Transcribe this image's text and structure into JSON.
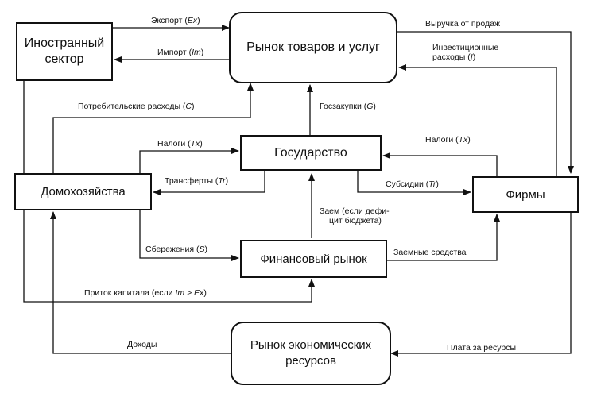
{
  "nodes": {
    "foreign": "Иностранный сектор",
    "goods_market": "Рынок товаров и услуг",
    "government": "Государство",
    "households": "Домохозяйства",
    "firms": "Фирмы",
    "financial_market": "Финансовый рынок",
    "resource_market": "Рынок экономических ресурсов"
  },
  "flows": {
    "export": {
      "text": "Экспорт (",
      "var": "Ex",
      "close": ")"
    },
    "import": {
      "text": "Импорт (",
      "var": "Im",
      "close": ")"
    },
    "sales_revenue": {
      "text": "Выручка от продаж"
    },
    "investment_line1": {
      "text": "Инвестиционные"
    },
    "investment_line2": {
      "text": "расходы (",
      "var": "I",
      "close": ")"
    },
    "consumption": {
      "text": "Потребительские расходы (",
      "var": "C",
      "close": ")"
    },
    "gov_purchases": {
      "text": "Госзакупки (",
      "var": "G",
      "close": ")"
    },
    "taxes_households": {
      "text": "Налоги (",
      "var": "Tx",
      "close": ")"
    },
    "taxes_firms": {
      "text": "Налоги (",
      "var": "Tx",
      "close": ")"
    },
    "transfers": {
      "text": "Трансферты (",
      "var": "Tr",
      "close": ")"
    },
    "subsidies": {
      "text": "Субсидии (",
      "var": "Tr",
      "close": ")"
    },
    "loan_line1": {
      "text": "Заем (если дефи-"
    },
    "loan_line2": {
      "text": "цит бюджета)"
    },
    "savings": {
      "text": "Сбережения (",
      "var": "S",
      "close": ")"
    },
    "borrowed_funds": {
      "text": "Заемные средства"
    },
    "capital_inflow": {
      "text": "Приток капитала (если ",
      "var": "Im > Ex",
      "close": ")"
    },
    "incomes": {
      "text": "Доходы"
    },
    "resource_payment": {
      "text": "Плата за ресурсы"
    }
  }
}
